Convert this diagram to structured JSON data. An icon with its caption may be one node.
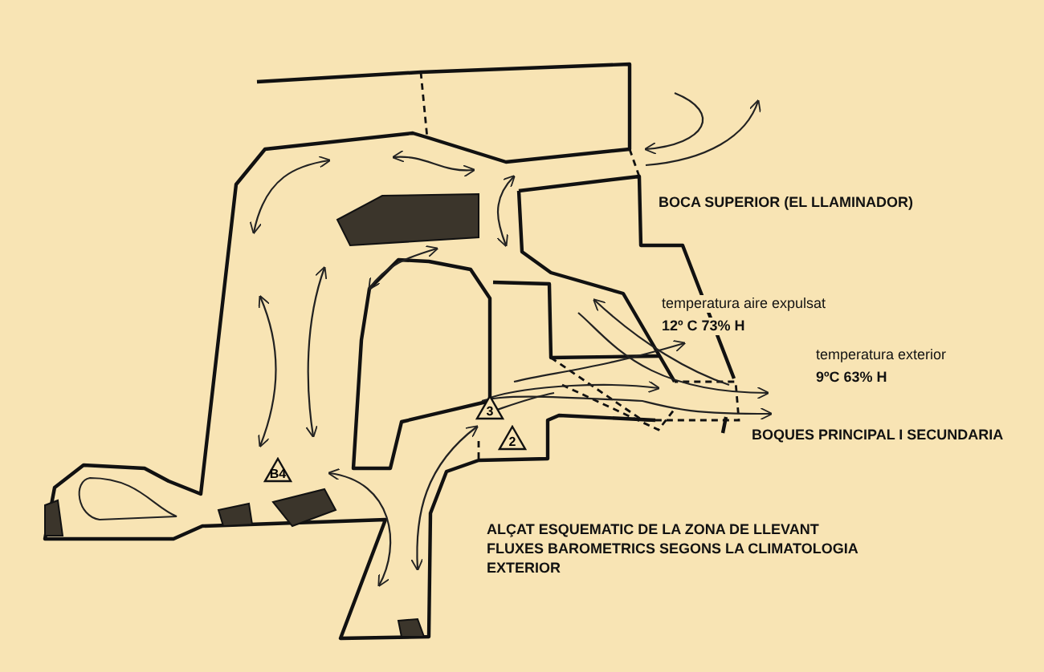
{
  "diagram": {
    "caption": "ALÇAT ESQUEMATIC DE LA ZONA DE LLEVANT FLUXES BAROMETRICS SEGONS LA CLIMATOLOGIA EXTERIOR",
    "nodes": [
      {
        "text": [
          "3"
        ]
      },
      {
        "text": [
          "2"
        ]
      },
      {
        "text": [
          "B4"
        ]
      }
    ],
    "labels": [
      "BOCA SUPERIOR (EL LLAMINADOR)",
      "temperatura aire expulsat",
      "12º C 73% H",
      "temperatura exterior",
      "9ºC 63% H",
      "BOQUES PRINCIPAL  I SECUNDARIA"
    ]
  }
}
